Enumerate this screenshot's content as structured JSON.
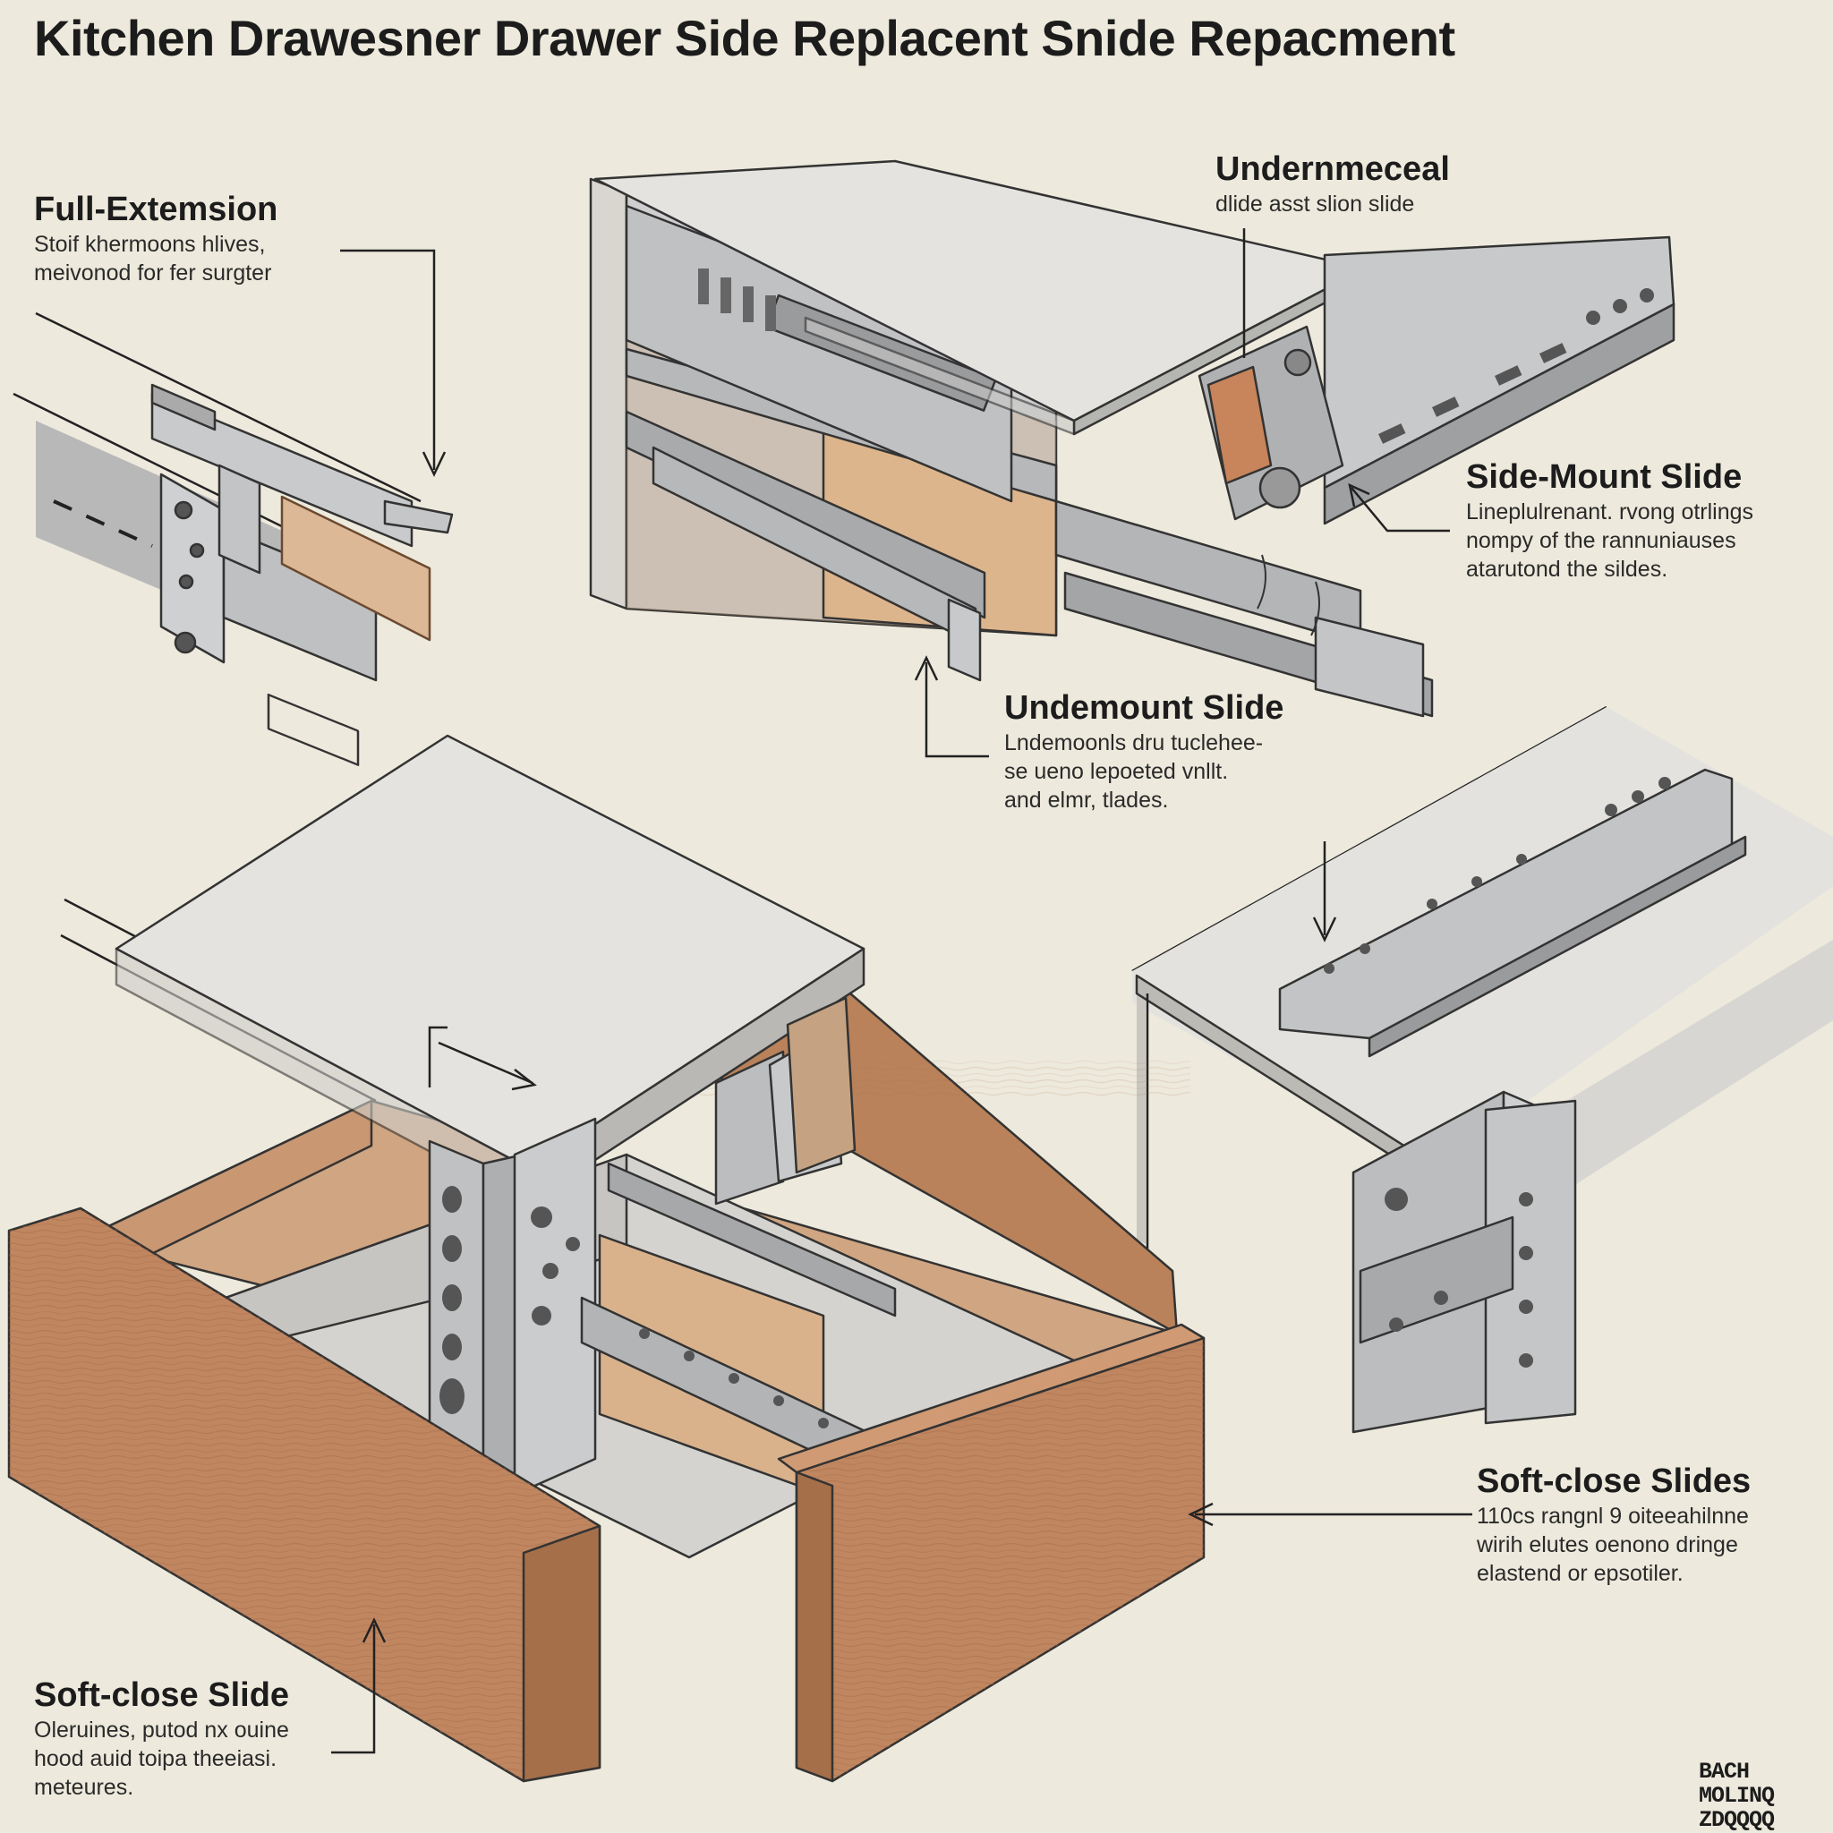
{
  "title": "Kitchen Drawesner Drawer Side Replacent Snide Repacment",
  "callouts": {
    "full_extension": {
      "heading": "Full-Extemsion",
      "lines": [
        "Stoif khermoons hlives,",
        "meivonod for fer surgter"
      ]
    },
    "undermeceal": {
      "heading": "Undernmeceal",
      "lines": [
        "dlide asst slion slide"
      ]
    },
    "side_mount": {
      "heading": "Side-Mount Slide",
      "lines": [
        "Lineplulrenant. rvong otrlings",
        "nompy of the rannuniauses",
        "atarutond the sildes."
      ]
    },
    "undermount": {
      "heading": "Undemount Slide",
      "lines": [
        "Lndemoonls dru tuclehee-",
        "se ueno lepoeted vnllt.",
        "and elmr, tlades."
      ]
    },
    "soft_close_slides": {
      "heading": "Soft-close Slides",
      "lines": [
        "110cs rangnl 9 oiteeahilnne",
        "wirih elutes oenono dringe",
        "elastend or epsotiler."
      ]
    },
    "soft_close_slide": {
      "heading": "Soft-close Slide",
      "lines": [
        "Oleruines, putod nx ouine",
        "hood auid toipa theeiasi.",
        "meteures."
      ]
    }
  },
  "stamp": {
    "lines": [
      "BACH",
      "MOLINQ",
      "ZDQQQQ"
    ]
  },
  "colors": {
    "background": "#ede9dc",
    "steel": "#b9babb",
    "steel_dark": "#8e8f91",
    "wood": "#c08660",
    "wood_light": "#dcb896",
    "panel": "#e5e4e0",
    "copper": "#c8845a",
    "ink": "#1c1c1c"
  }
}
